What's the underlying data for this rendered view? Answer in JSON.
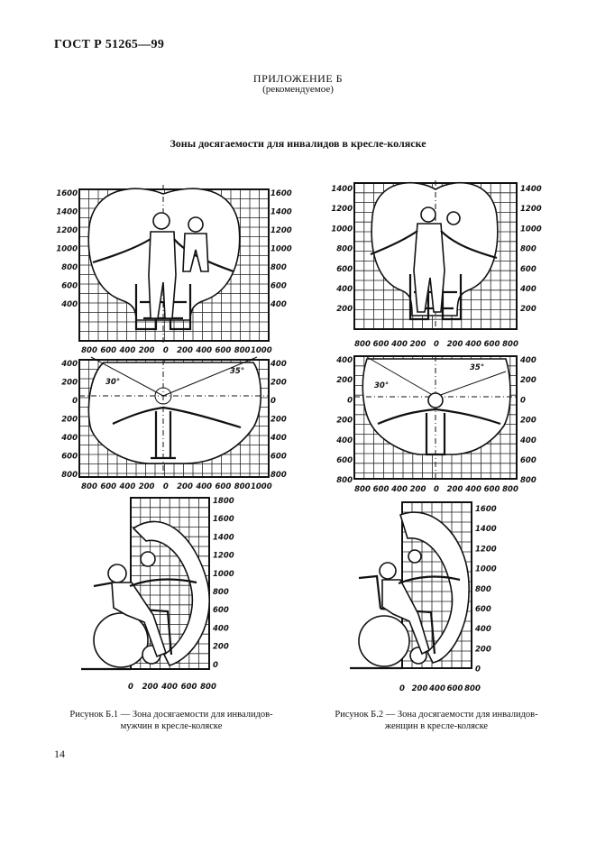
{
  "header": {
    "doc_id": "ГОСТ Р 51265—99"
  },
  "annex": {
    "title": "ПРИЛОЖЕНИЕ Б",
    "subtitle": "(рекомендуемое)"
  },
  "main_title": "Зоны досягаемости для инвалидов в кресле-коляске",
  "figure1": {
    "front": {
      "left_ticks": [
        "1600",
        "1400",
        "1200",
        "1000",
        "800",
        "600",
        "400"
      ],
      "right_ticks": [
        "1600",
        "1400",
        "1200",
        "1000",
        "800",
        "600",
        "400"
      ],
      "bottom_ticks": [
        "800",
        "600",
        "400",
        "200",
        "0",
        "200",
        "400",
        "600",
        "800",
        "1000"
      ]
    },
    "top": {
      "left_ticks": [
        "400",
        "200",
        "0",
        "200",
        "400",
        "600",
        "800"
      ],
      "right_ticks": [
        "400",
        "200",
        "0",
        "200",
        "400",
        "600",
        "800"
      ],
      "bottom_ticks": [
        "800",
        "600",
        "400",
        "200",
        "0",
        "200",
        "400",
        "600",
        "800",
        "1000"
      ],
      "angle_left": "30°",
      "angle_right": "35°"
    },
    "side": {
      "right_ticks": [
        "1800",
        "1600",
        "1400",
        "1200",
        "1000",
        "800",
        "600",
        "400",
        "200",
        "0"
      ],
      "bottom_ticks": [
        "0",
        "200",
        "400",
        "600",
        "800"
      ]
    },
    "caption": "Рисунок Б.1 — Зона досягаемости для инвалидов-мужчин в кресле-коляске"
  },
  "figure2": {
    "front": {
      "left_ticks": [
        "1400",
        "1200",
        "1000",
        "800",
        "600",
        "400",
        "200"
      ],
      "right_ticks": [
        "1400",
        "1200",
        "1000",
        "800",
        "600",
        "400",
        "200"
      ],
      "bottom_ticks": [
        "800",
        "600",
        "400",
        "200",
        "0",
        "200",
        "400",
        "600",
        "800"
      ]
    },
    "top": {
      "left_ticks": [
        "400",
        "200",
        "0",
        "200",
        "400",
        "600",
        "800"
      ],
      "right_ticks": [
        "400",
        "200",
        "0",
        "200",
        "400",
        "600",
        "800"
      ],
      "bottom_ticks": [
        "800",
        "600",
        "400",
        "200",
        "0",
        "200",
        "400",
        "600",
        "800"
      ],
      "angle_left": "30°",
      "angle_right": "35°"
    },
    "side": {
      "right_ticks": [
        "1600",
        "1400",
        "1200",
        "1000",
        "800",
        "600",
        "400",
        "200",
        "0"
      ],
      "bottom_ticks": [
        "0",
        "200",
        "400",
        "600",
        "800"
      ]
    },
    "caption": "Рисунок Б.2 — Зона досягаемости для инвалидов-женщин в кресле-коляске"
  },
  "page_number": "14"
}
